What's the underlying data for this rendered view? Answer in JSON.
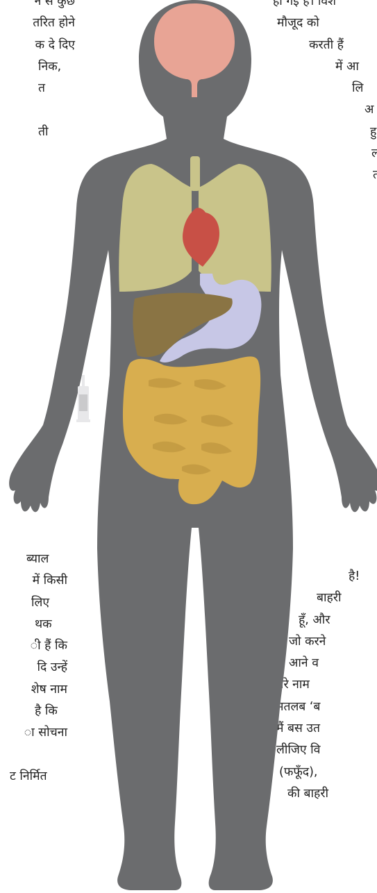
{
  "text_top_left": [
    "ने से कुछ",
    "तरित होने",
    "क दे दिए",
    "निक,",
    "त",
    "",
    "ती"
  ],
  "text_top_right": [
    "हो गई हैं। विशे",
    "मौजूद को",
    "करती हैं",
    "में आ",
    "लि",
    "अ",
    "हु",
    "ल",
    "त"
  ],
  "text_bottom_left": [
    "ब्याल",
    "में किसी",
    "लिए",
    "थक",
    "ी हैं कि",
    "दि उन्हें",
    "शेष नाम",
    "है कि",
    "ा सोचना",
    "",
    "ट निर्मित"
  ],
  "text_bottom_right": [
    "है!",
    "बाहरी",
    "हूँ, और",
    "जो करने",
    "में आने व",
    "मेरे नाम",
    "मतलब ‘ब",
    "मैं बस उत",
    "लीजिए वि",
    "(फफूँद),",
    "की बाहरी"
  ],
  "colors": {
    "body": "#6b6c6e",
    "brain": "#e8a495",
    "lungs": "#c9c48a",
    "heart": "#c85046",
    "liver": "#8a7444",
    "stomach": "#c7c7e6",
    "intestines": "#d8ae4f",
    "syringe": "#e8e8ea"
  }
}
